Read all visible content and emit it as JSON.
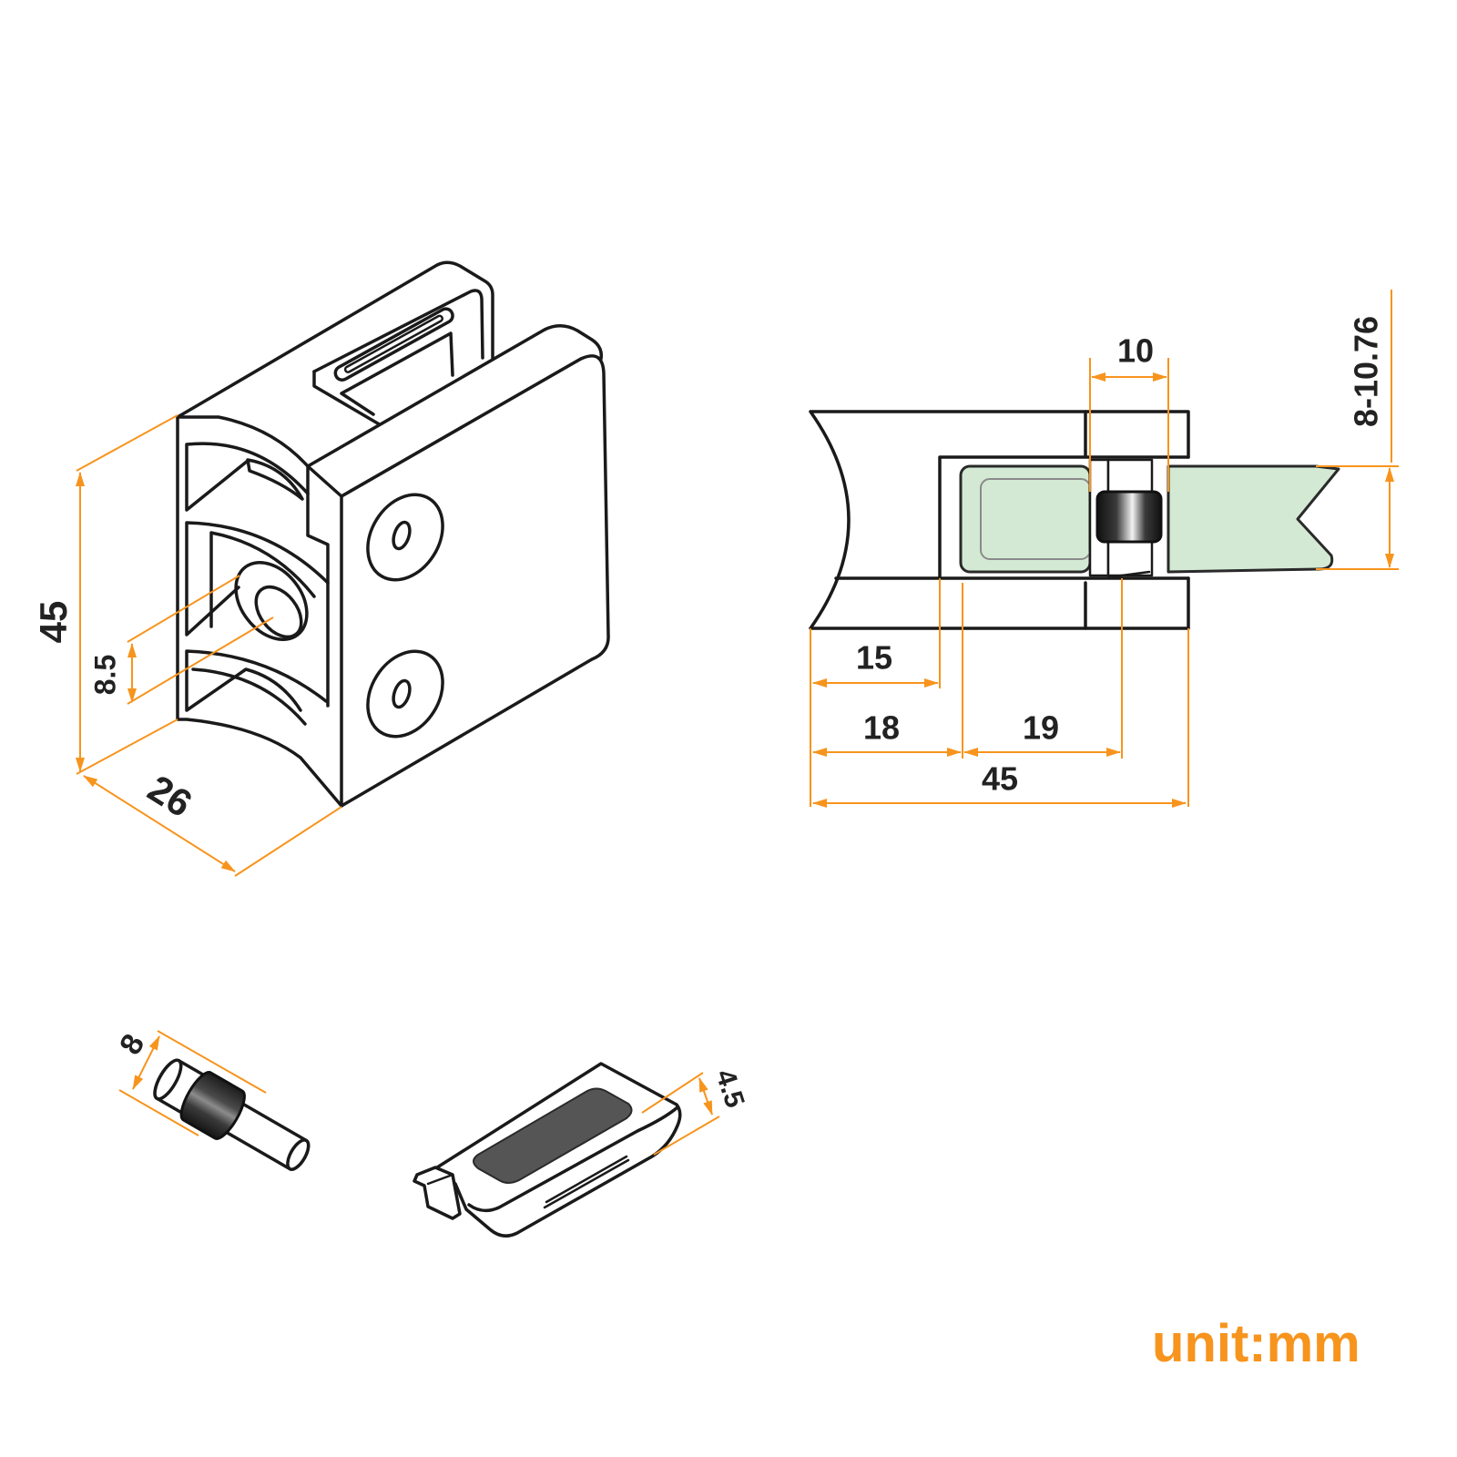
{
  "drawing": {
    "isometric_view": {
      "height_label": "45",
      "hole_label": "8.5",
      "depth_label": "26"
    },
    "section_view": {
      "slot_label": "10",
      "glass_label": "8-10.76",
      "dim_a_label": "15",
      "dim_b_label": "18",
      "dim_c_label": "19",
      "total_label": "45"
    },
    "pin": {
      "diameter_label": "8"
    },
    "gasket": {
      "thickness_label": "4.5"
    },
    "unit_label": "unit:mm"
  },
  "colors": {
    "outline": "#1a1a1a",
    "dimension": "#F7941D",
    "label_text": "#222222",
    "glass_fill": "#D3E9D3",
    "rubber": "#3C3C3C"
  }
}
